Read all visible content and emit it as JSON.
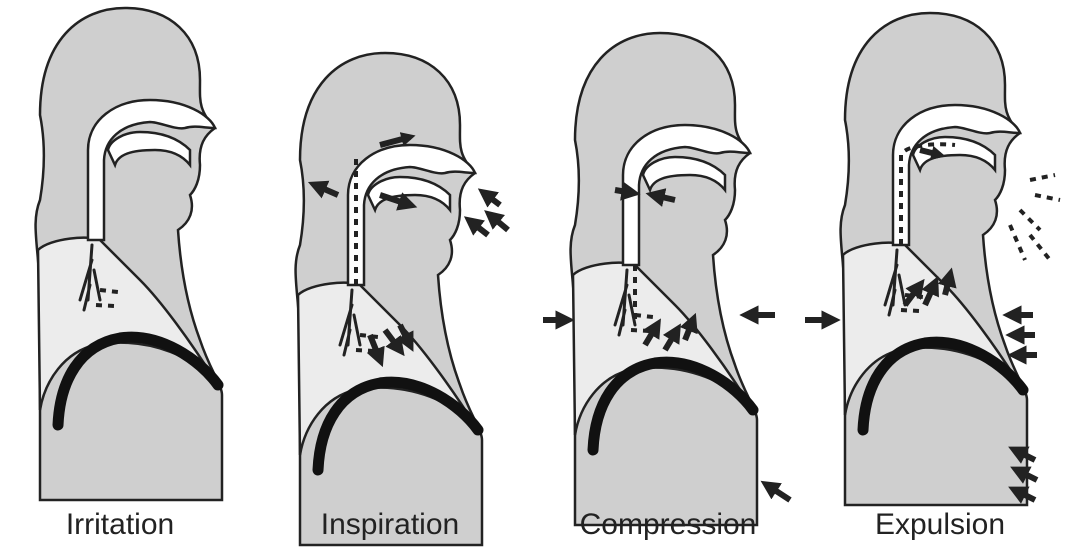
{
  "panels": [
    {
      "id": "irritation",
      "label": "Irritation"
    },
    {
      "id": "inspiration",
      "label": "Inspiration"
    },
    {
      "id": "compression",
      "label": "Compression"
    },
    {
      "id": "expulsion",
      "label": "Expulsion"
    }
  ],
  "colors": {
    "body": "#cfcfcf",
    "lung": "#ececec",
    "airway": "#ffffff",
    "outline": "#222222"
  }
}
